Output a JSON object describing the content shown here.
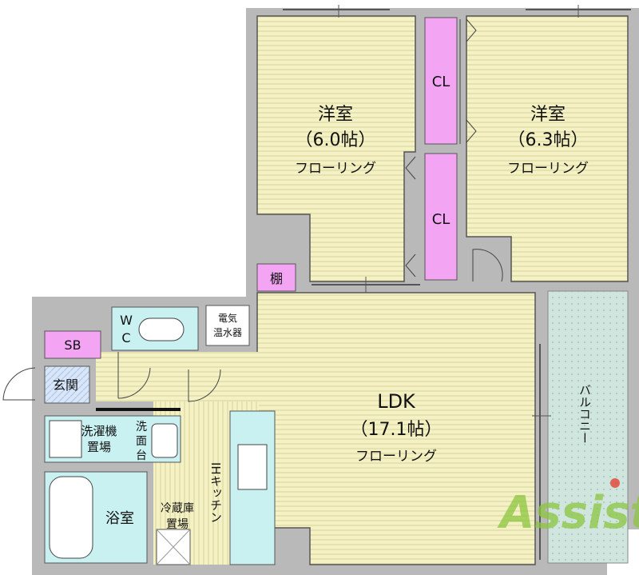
{
  "colors": {
    "wall": "#b9b9b9",
    "floor": "#f4f1c4",
    "closet": "#f3a4f3",
    "bath": "#c9f1f1",
    "balcony": "#cfe5dd",
    "shoe": "#f3a4f3",
    "entry_tile": "#cfe0f5",
    "watermark_green": "#8cc63f",
    "watermark_red": "#e5392b"
  },
  "rooms": {
    "western_left": {
      "name": "洋室",
      "size": "（6.0帖）",
      "floor": "フローリング"
    },
    "western_right": {
      "name": "洋室",
      "size": "（6.3帖）",
      "floor": "フローリング"
    },
    "closet_top": "CL",
    "closet_bottom": "CL",
    "shelf": "棚",
    "toilet_line1": "W",
    "toilet_line2": "C",
    "water_heater_line1": "電気",
    "water_heater_line2": "温水器",
    "shoe_box": "SB",
    "entrance": "玄関",
    "ldk": {
      "name": "LDK",
      "size": "（17.1帖）",
      "floor": "フローリング"
    },
    "washer_line1": "洗濯機",
    "washer_line2": "置場",
    "washbasin": [
      "洗",
      "面",
      "台"
    ],
    "bath": "浴室",
    "fridge_line1": "冷蔵庫",
    "fridge_line2": "置場",
    "kitchen": "IHキッチン",
    "balcony": "バルコニー"
  },
  "watermark": {
    "text": "Assist"
  }
}
